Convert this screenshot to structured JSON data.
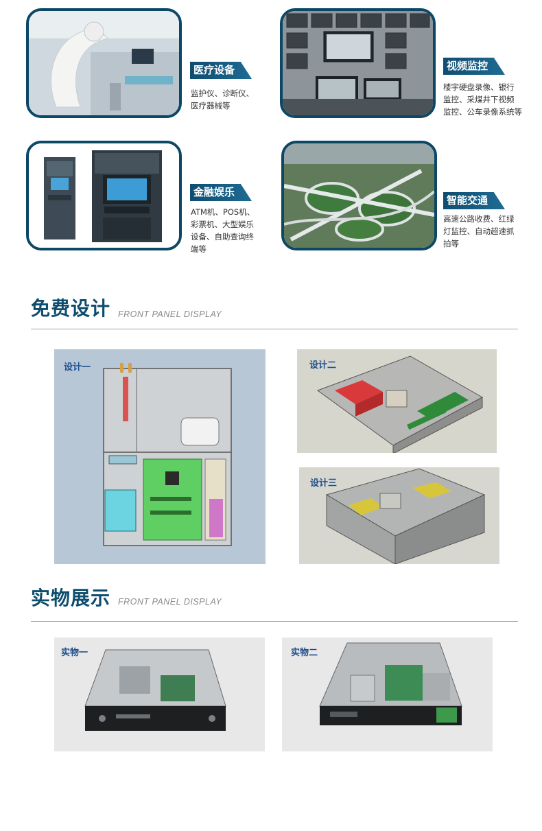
{
  "applications": [
    {
      "title": "医疗设备",
      "lines": [
        "监护仪、诊断仪、",
        "医疗器械等"
      ]
    },
    {
      "title": "视频监控",
      "lines": [
        "楼宇硬盘录像、银行",
        "监控、采煤井下视频",
        "监控、公车录像系统等"
      ]
    },
    {
      "title": "金融娱乐",
      "lines": [
        "ATM机、POS机、",
        "彩票机、大型娱乐",
        "设备、自助查询终",
        "端等"
      ]
    },
    {
      "title": "智能交通",
      "lines": [
        "高速公路收费、红绿",
        "灯监控、自动超速抓",
        "拍等"
      ]
    }
  ],
  "design_section": {
    "title": "免费设计",
    "subtitle": "FRONT PANEL DISPLAY",
    "panels": [
      "设计一",
      "设计二",
      "设计三"
    ]
  },
  "product_section": {
    "title": "实物展示",
    "subtitle": "FRONT PANEL DISPLAY",
    "panels": [
      "实物一",
      "实物二"
    ]
  },
  "colors": {
    "frame_border": "#0c4766",
    "tag_background": "#1a5f86",
    "section_title": "#0e4d6e",
    "panel_label": "#1e4f8c"
  }
}
